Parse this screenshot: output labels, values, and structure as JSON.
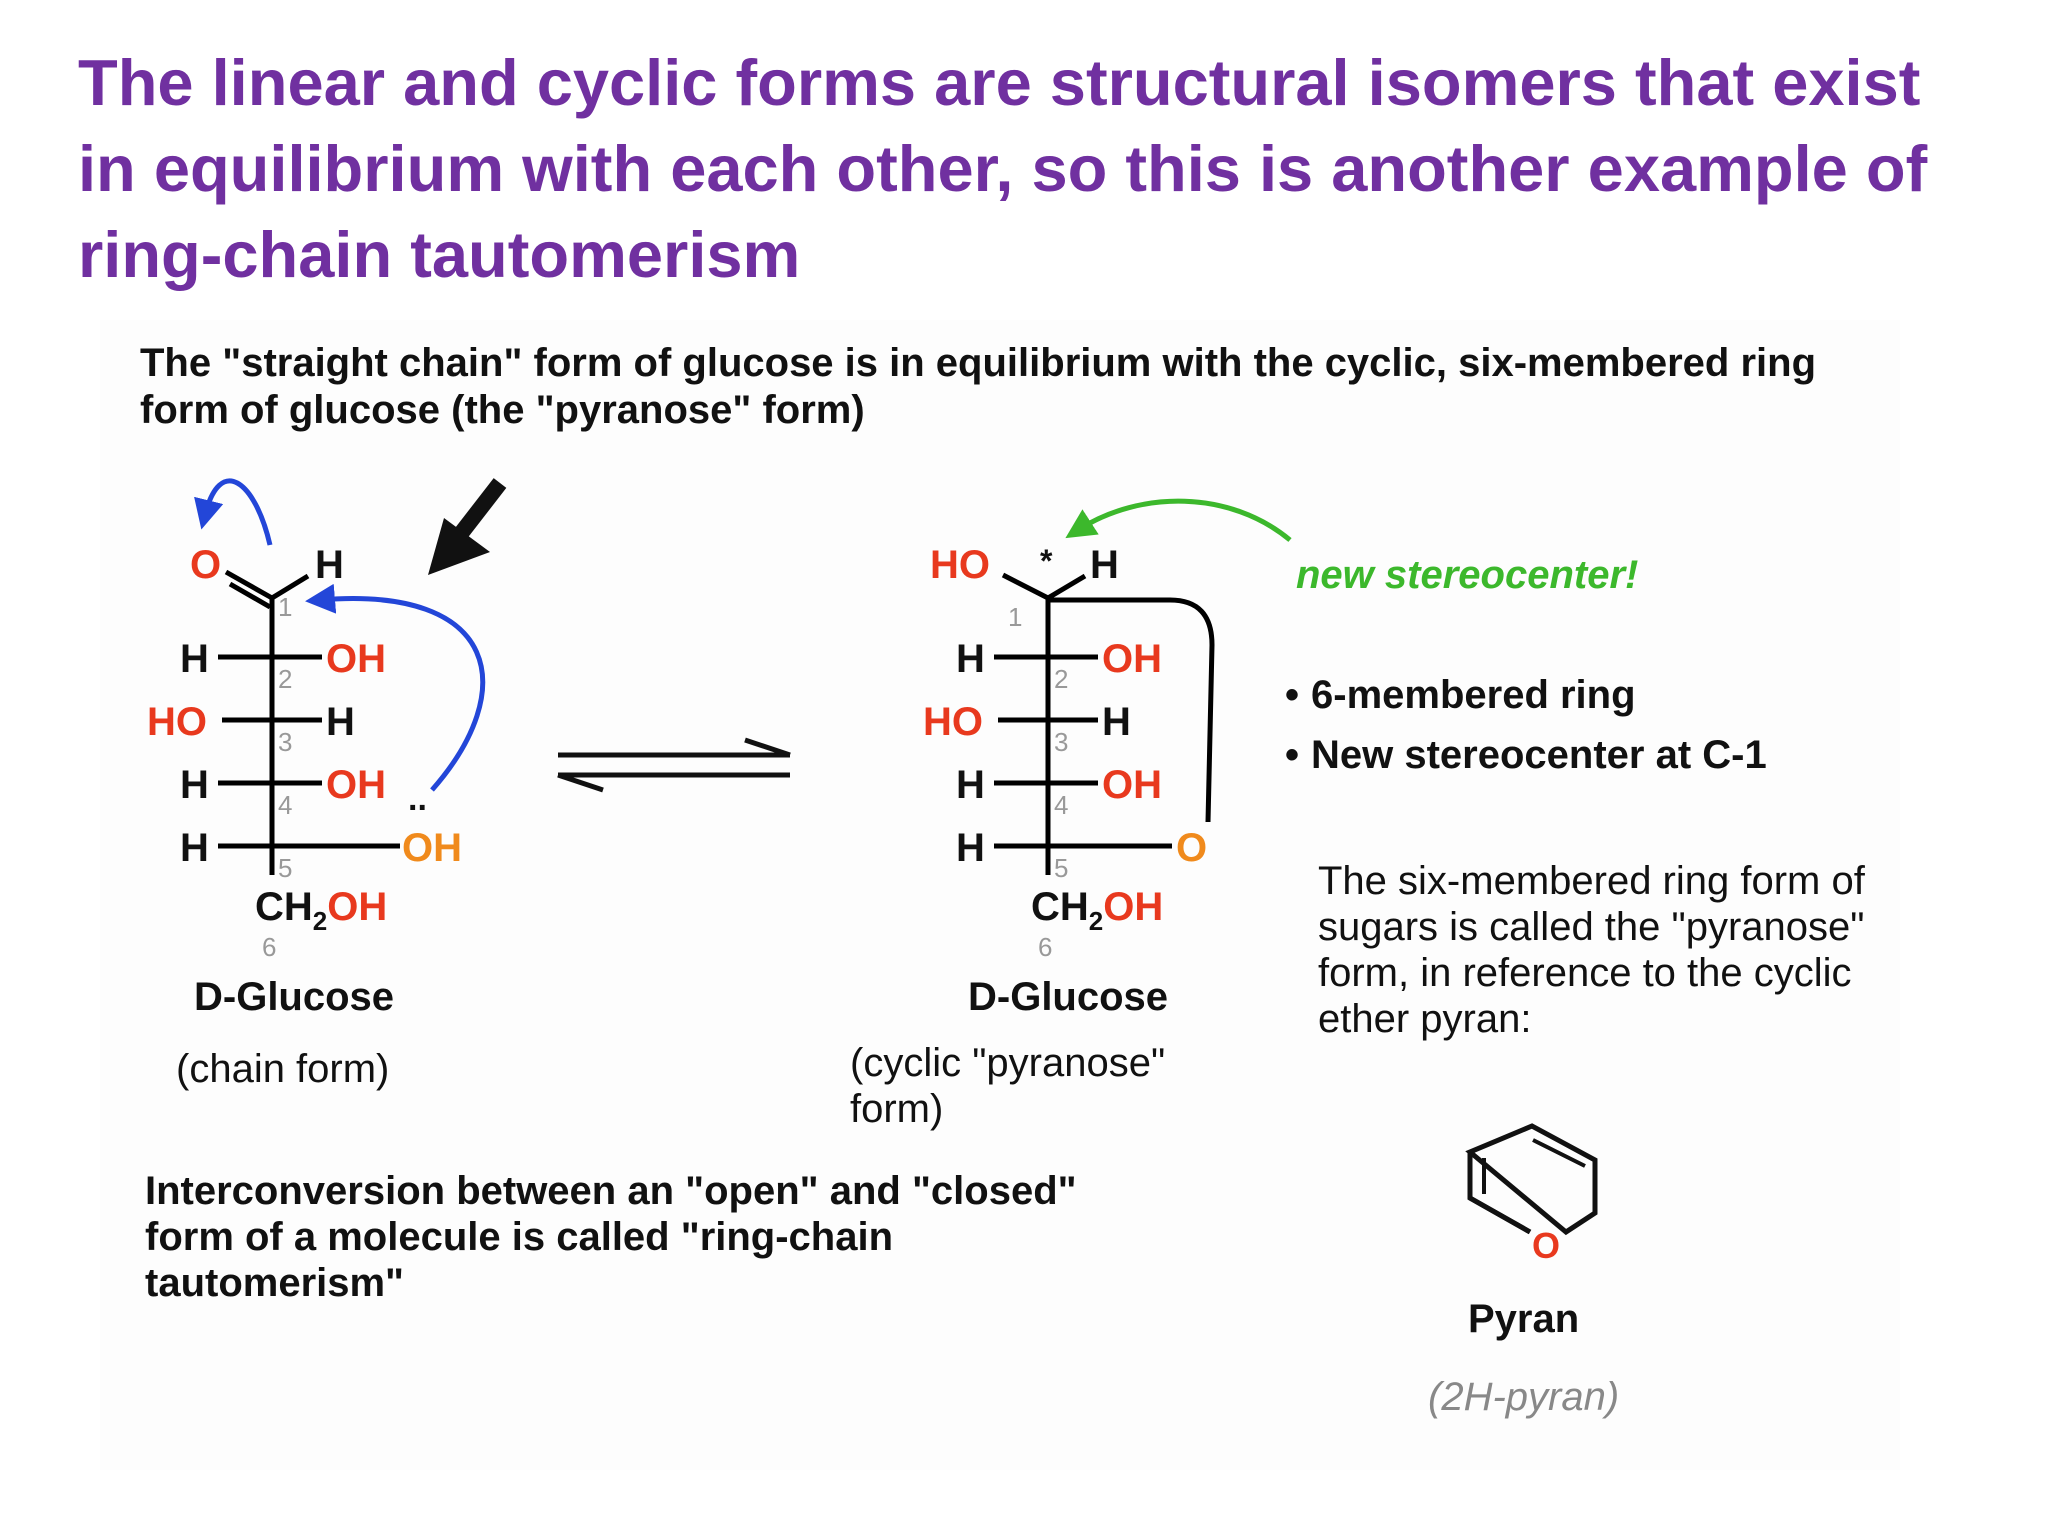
{
  "headline": "The linear and cyclic forms are structural isomers that exist in equilibrium with each other, so this is another example of ring-chain tautomerism",
  "intro": "The \"straight chain\" form of glucose is in equilibrium with the cyclic, six-membered ring form of glucose (the \"pyranose\" form)",
  "chain": {
    "c1_o": "O",
    "c1_h": "H",
    "c2_left": "H",
    "c2_right": "OH",
    "c3_left": "HO",
    "c3_right": "H",
    "c4_left": "H",
    "c4_right": "OH",
    "c5_left": "H",
    "c5_right": "OH",
    "lone_pair": "..",
    "ch2": "CH",
    "sub2": "2",
    "oh": "OH",
    "num1": "1",
    "num2": "2",
    "num3": "3",
    "num4": "4",
    "num5": "5",
    "num6": "6",
    "name": "D-Glucose",
    "form": "(chain form)"
  },
  "cyclic": {
    "c1_ho": "HO",
    "star": "*",
    "c1_h": "H",
    "c2_left": "H",
    "c2_right": "OH",
    "c3_left": "HO",
    "c3_right": "H",
    "c4_left": "H",
    "c4_right": "OH",
    "c5_left": "H",
    "ring_o": "O",
    "ch2": "CH",
    "sub2": "2",
    "oh": "OH",
    "num1": "1",
    "num2": "2",
    "num3": "3",
    "num4": "4",
    "num5": "5",
    "num6": "6",
    "name": "D-Glucose",
    "form_line1": "(cyclic \"pyranose\"",
    "form_line2": "form)"
  },
  "new_stereocenter": "new stereocenter!",
  "bullets": [
    "6-membered ring",
    "New stereocenter at C-1"
  ],
  "bullet_glyph": "•",
  "pyran_note": "The six-membered ring form of sugars is called the \"pyranose\" form, in reference to the cyclic ether pyran:",
  "pyran": {
    "o": "O",
    "name": "Pyran",
    "alt": "(2H-pyran)"
  },
  "tautomer_definition": "Interconversion between an \"open\" and \"closed\" form of a molecule is called \"ring-chain tautomerism\"",
  "colors": {
    "headline": "#7030a0",
    "oxygen_red": "#e8391e",
    "oxygen_orange": "#f08a1c",
    "curved_arrow_blue": "#2346d8",
    "new_stereocenter_green": "#3cb82c",
    "locant_gray": "#999999",
    "subtitle_gray": "#888888"
  },
  "icons": [
    "curved-arrow-icon",
    "down-left-arrow-icon",
    "equilibrium-arrows-icon",
    "pyran-ring-icon"
  ]
}
